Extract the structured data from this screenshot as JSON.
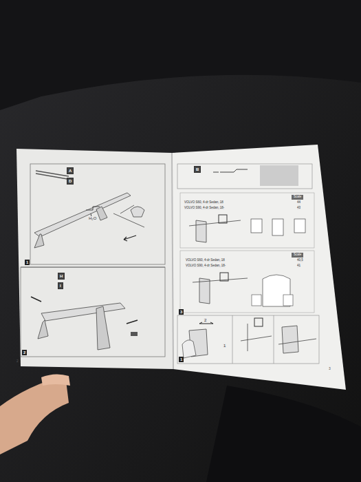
{
  "diagram": {
    "labels": [
      "A",
      "D",
      "H₂O",
      "1",
      "H",
      "I",
      "2",
      "2",
      "B",
      "Scale",
      "VOLVO S60, 4-dr Sedan, 18",
      "44",
      "VOLVO S90, 4-dr Sedan, 18-",
      "43",
      "Scale",
      "VOLVO S60, 4-dr Sedan, 18",
      "40,5",
      "VOLVO S90, 4-dr Sedan, 18-",
      "41",
      "3",
      "2",
      "1",
      "1",
      "3"
    ]
  }
}
